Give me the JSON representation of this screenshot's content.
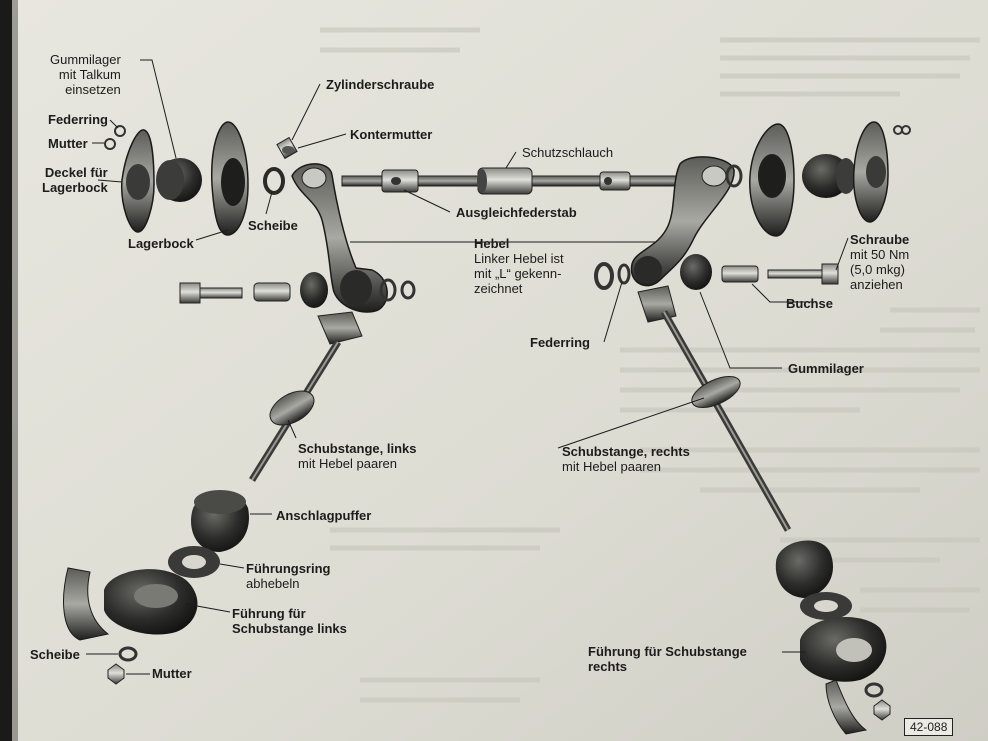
{
  "figure_number": "42-088",
  "labels": {
    "gummilager_talkum": [
      "Gummilager",
      "mit Talkum",
      "einsetzen"
    ],
    "federring_left": "Federring",
    "mutter_left": "Mutter",
    "deckel": [
      "Deckel für",
      "Lagerbock"
    ],
    "lagerbock": "Lagerbock",
    "scheibe_top": "Scheibe",
    "zylinderschraube": "Zylinderschraube",
    "kontermutter": "Kontermutter",
    "schutzschlauch": "Schutzschlauch",
    "ausgleichfederstab": "Ausgleichfederstab",
    "hebel": {
      "title": "Hebel",
      "note": [
        "Linker Hebel ist",
        "mit „L“ gekenn-",
        "zeichnet"
      ]
    },
    "schraube": {
      "title": "Schraube",
      "note": [
        "mit 50 Nm",
        "(5,0 mkg)",
        "anziehen"
      ]
    },
    "buchse": "Buchse",
    "federring_right": "Federring",
    "gummilager_right": "Gummilager",
    "schubstange_links": {
      "title": "Schubstange, links",
      "note": "mit Hebel paaren"
    },
    "schubstange_rechts": {
      "title": "Schubstange, rechts",
      "note": "mit Hebel paaren"
    },
    "anschlagpuffer": "Anschlagpuffer",
    "fuehrungsring": {
      "title": "Führungsring",
      "note": "abhebeln"
    },
    "fuehrung_links": [
      "Führung für",
      "Schubstange links"
    ],
    "scheibe_bottom": "Scheibe",
    "mutter_bottom": "Mutter",
    "fuehrung_rechts": [
      "Führung für Schubstange",
      "rechts"
    ]
  }
}
